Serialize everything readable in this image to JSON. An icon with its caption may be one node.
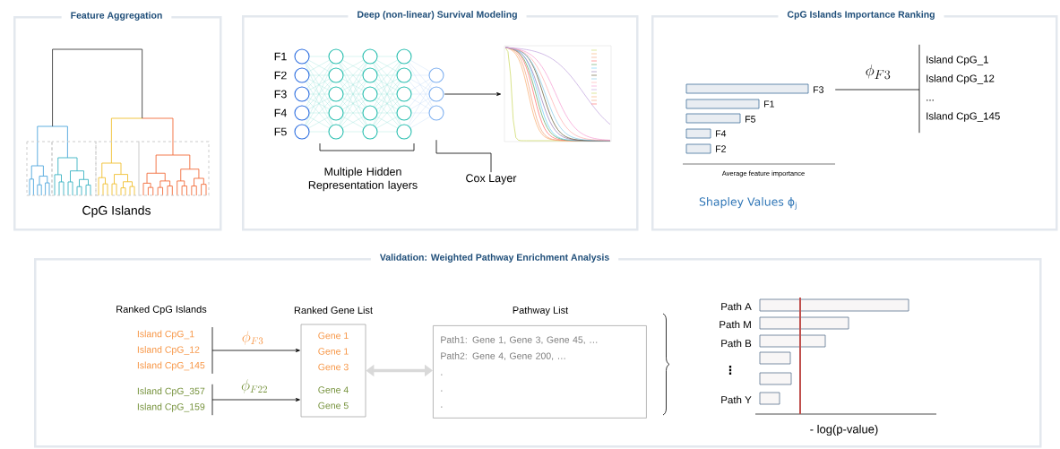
{
  "diagram": {
    "nodes": [
      {
        "text": [
          "Feature Aggregation"
        ]
      },
      {
        "text": [
          "Deep (non-linear) Survival Modeling"
        ]
      },
      {
        "text": [
          "CpG Islands Importance Ranking"
        ]
      },
      {
        "text": [
          "Validation: Weighted Pathway Enrichment Analysis"
        ]
      },
      {
        "text": [],
        "shape": "picture",
        "in": 1,
        "beside": [
          "F1",
          "F2",
          "F3",
          "F4",
          "F5"
        ]
      },
      {
        "text": [],
        "shape": "picture",
        "in": 1
      },
      {
        "text": [
          "Cox Layer"
        ],
        "in": 1
      },
      {
        "text": [],
        "shape": "picture",
        "in": 2
      },
      {
        "text": [
          "Island CpG_1",
          "Island CpG_12",
          "...",
          "Island CpG_145"
        ],
        "in": 2
      },
      {
        "text": [
          "Island CpG_1",
          "Island CpG_12",
          "Island CpG_145"
        ],
        "in": 3
      },
      {
        "text": [
          "Island CpG_357",
          "Island CpG_159"
        ],
        "in": 3
      },
      {
        "text": [
          "Ranked Gene List",
          "Gene 1",
          "Gene 1",
          "Gene 3",
          "Gene 4",
          "Gene 5"
        ],
        "in": 3
      },
      {
        "text": [
          "Pathway List",
          "Path1: Gene 1, Gene 3, Gene 45, …",
          "Path2: Gene 4, Gene 200, …",
          ".",
          ".",
          "."
        ],
        "in": 3
      }
    ],
    "edges": [
      {
        "from": 4,
        "to": 5,
        "arrow": "to"
      },
      {
        "from": 6,
        "to": 4,
        "arrow": "none"
      },
      {
        "from": 7,
        "to": 8,
        "arrow": "none",
        "label": "\\phi_{F3}"
      },
      {
        "from": 9,
        "to": 11,
        "arrow": "to",
        "label": "\\phi_{F3}"
      },
      {
        "from": 10,
        "to": 11,
        "arrow": "to",
        "label": "\\phi_{F22}"
      },
      {
        "from": 11,
        "to": 12,
        "arrow": "both",
        "style": "thick",
        "color": "#d9d9d9"
      }
    ],
    "labels": [
      "CpG Islands",
      "Multiple Hidden Representation layers",
      "F3",
      "F1",
      "F5",
      "F4",
      "F2",
      "Average feature importance",
      "Shapley Values ϕ$_{j}$",
      "Ranked CpG Islands",
      "Path A",
      "Path M",
      "Path B",
      "⋮",
      "Path Y",
      "- log(p-value)"
    ]
  }
}
